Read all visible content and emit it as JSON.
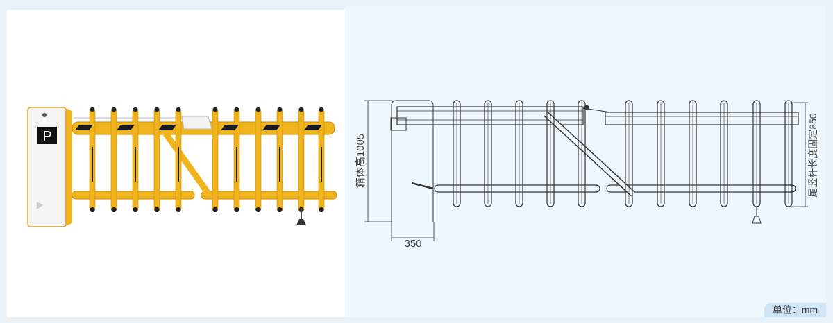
{
  "product_image": {
    "parking_sign": "P",
    "colors": {
      "gate": "#f0b41e",
      "cabinet": "#f4f4f4",
      "stripe": "#1a1a1a"
    }
  },
  "drawing": {
    "cabinet_height_label": "箱体高1005",
    "cabinet_width_label": "350",
    "tail_post_label": "尾竖杆长度固定850",
    "unit_label": "单位：mm"
  }
}
